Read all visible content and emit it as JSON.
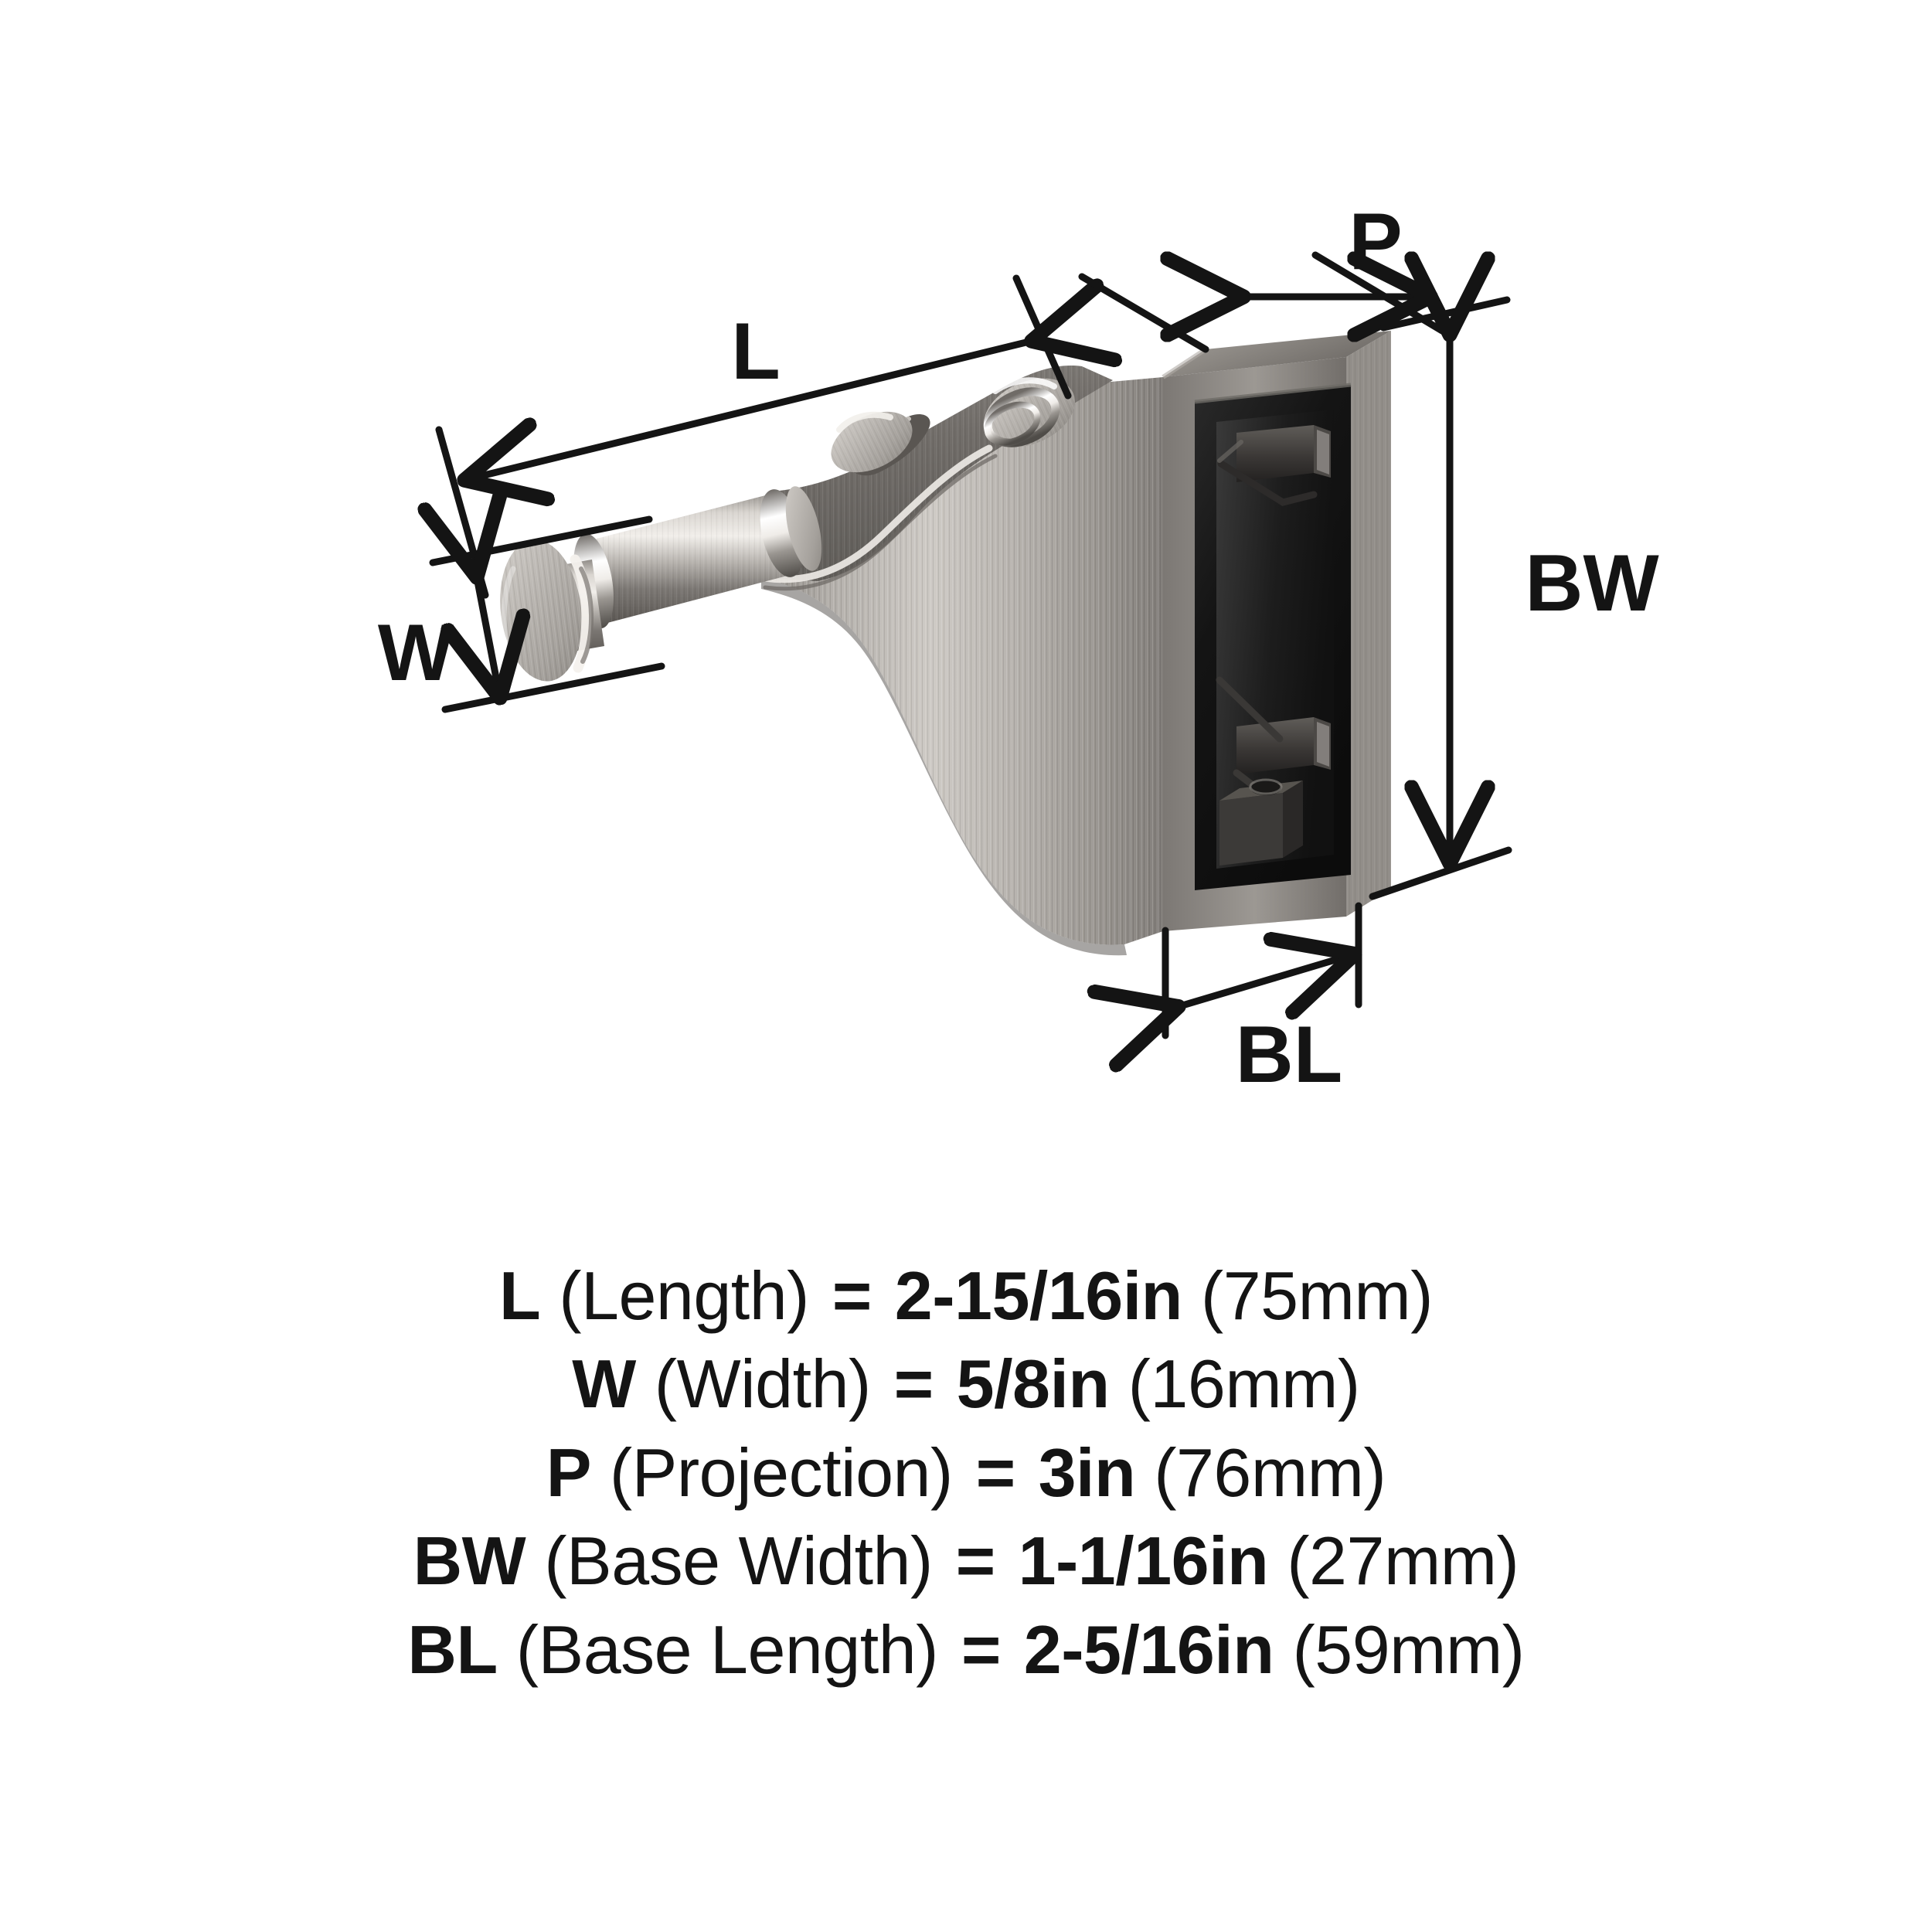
{
  "product": {
    "type": "wall-mounted bracket hook",
    "finish_name": "brushed nickel",
    "finish_color": "#b6b2ad",
    "finish_dark": "#6e6b67",
    "finish_light": "#e6e3df",
    "cavity_color": "#1b1b1b",
    "line_color": "#141414"
  },
  "diagram": {
    "callouts": [
      {
        "id": "L",
        "label": "L"
      },
      {
        "id": "W",
        "label": "W"
      },
      {
        "id": "P",
        "label": "P"
      },
      {
        "id": "BW",
        "label": "BW"
      },
      {
        "id": "BL",
        "label": "BL"
      }
    ]
  },
  "legend": {
    "rows": [
      {
        "symbol": "L",
        "name": "(Length)",
        "eq": "=",
        "value": "2-15/16in",
        "metric": "(75mm)"
      },
      {
        "symbol": "W",
        "name": "(Width)",
        "eq": "=",
        "value": "5/8in",
        "metric": "(16mm)"
      },
      {
        "symbol": "P",
        "name": "(Projection)",
        "eq": "=",
        "value": "3in",
        "metric": "(76mm)"
      },
      {
        "symbol": "BW",
        "name": "(Base Width)",
        "eq": "=",
        "value": "1-1/16in",
        "metric": "(27mm)"
      },
      {
        "symbol": "BL",
        "name": "(Base Length)",
        "eq": "=",
        "value": "2-5/16in",
        "metric": "(59mm)"
      }
    ]
  }
}
